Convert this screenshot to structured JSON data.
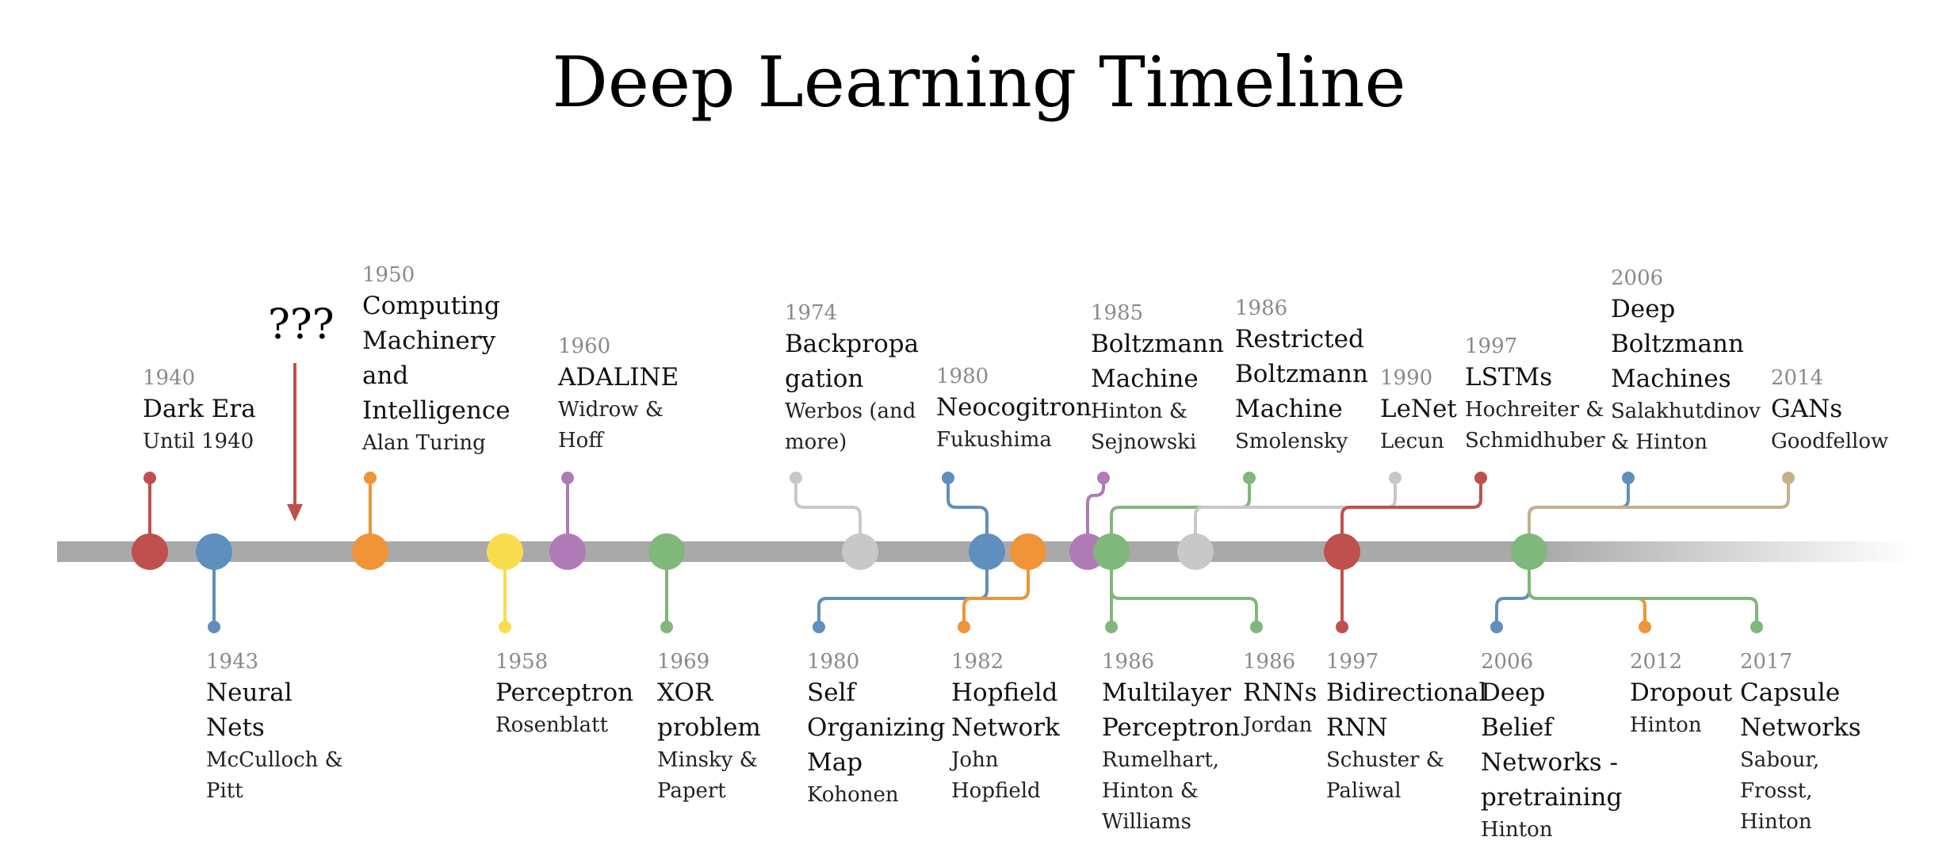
{
  "title": "Deep Learning Timeline",
  "unknown_marker": "???",
  "colors": {
    "axis": "#a9a9a9",
    "red": "#c0504d",
    "blue": "#5f8fbf",
    "orange": "#ef9437",
    "yellow": "#f9dd4f",
    "purple": "#b07ab6",
    "green": "#80b77b",
    "gray": "#c8c8c8",
    "tan": "#c7b08d",
    "arrow": "#c0504d"
  },
  "events": [
    {
      "year": "1940",
      "title": "Dark Era",
      "who": "Until 1940"
    },
    {
      "year": "1943",
      "title": "Neural Nets",
      "who": "McCulloch & Pitt"
    },
    {
      "year": "1950",
      "title": "Computing Machinery and Intelligence",
      "who": "Alan Turing"
    },
    {
      "year": "1958",
      "title": "Perceptron",
      "who": "Rosenblatt"
    },
    {
      "year": "1960",
      "title": "ADALINE",
      "who": "Widrow & Hoff"
    },
    {
      "year": "1969",
      "title": "XOR problem",
      "who": "Minsky & Papert"
    },
    {
      "year": "1974",
      "title": "Backpropagation",
      "who": "Werbos (and more)"
    },
    {
      "year": "1980",
      "title": "Self Organizing Map",
      "who": "Kohonen"
    },
    {
      "year": "1980",
      "title": "Neocogitron",
      "who": "Fukushima"
    },
    {
      "year": "1982",
      "title": "Hopfield Network",
      "who": "John Hopfield"
    },
    {
      "year": "1985",
      "title": "Boltzmann Machine",
      "who": "Hinton & Sejnowski"
    },
    {
      "year": "1986",
      "title": "Multilayer Perceptron",
      "who": "Rumelhart, Hinton & Williams"
    },
    {
      "year": "1986",
      "title": "Restricted Boltzmann Machine",
      "who": "Smolensky"
    },
    {
      "year": "1986",
      "title": "RNNs",
      "who": "Jordan"
    },
    {
      "year": "1990",
      "title": "LeNet",
      "who": "Lecun"
    },
    {
      "year": "1997",
      "title": "LSTMs",
      "who": "Hochreiter & Schmidhuber"
    },
    {
      "year": "1997",
      "title": "Bidirectional RNN",
      "who": "Schuster & Paliwal"
    },
    {
      "year": "2006",
      "title": "Deep Boltzmann Machines",
      "who": "Salakhutdinov & Hinton"
    },
    {
      "year": "2006",
      "title": "Deep Belief Networks - pretraining",
      "who": "Hinton"
    },
    {
      "year": "2012",
      "title": "Dropout",
      "who": "Hinton"
    },
    {
      "year": "2014",
      "title": "GANs",
      "who": "Goodfellow"
    },
    {
      "year": "2017",
      "title": "Capsule Networks",
      "who": "Sabour, Frosst, Hinton"
    }
  ]
}
